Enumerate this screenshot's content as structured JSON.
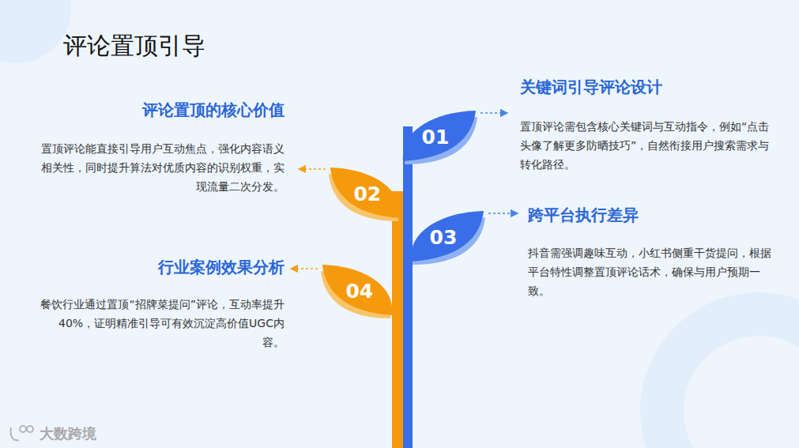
{
  "diagram": {
    "title": "评论置顶引导",
    "nodes": [
      {
        "text": [
          "01"
        ]
      },
      {
        "text": [
          "02"
        ]
      },
      {
        "text": [
          "03"
        ]
      },
      {
        "text": [
          "04"
        ]
      }
    ],
    "labels": [
      "关键词引导评论设计",
      "置顶评论需包含核心关键词与互动指令，例如“点击头像了解更多防晒技巧”，自然衔接用户搜索需求与转化路径。",
      "评论置顶的核心价值",
      "置顶评论能直接引导用户互动焦点，强化内容语义相关性，同时提升算法对优质内容的识别权重，实现流量二次分发。",
      "跨平台执行差异",
      "抖音需强调趣味互动，小红书侧重干货提问，根据平台特性调整置顶评论话术，确保与用户预期一致。",
      "行业案例效果分析",
      "餐饮行业通过置顶“招牌菜提问”评论，互动率提升40%，证明精准引导可有效沉淀高价值UGC内容。",
      "大数跨境"
    ]
  }
}
